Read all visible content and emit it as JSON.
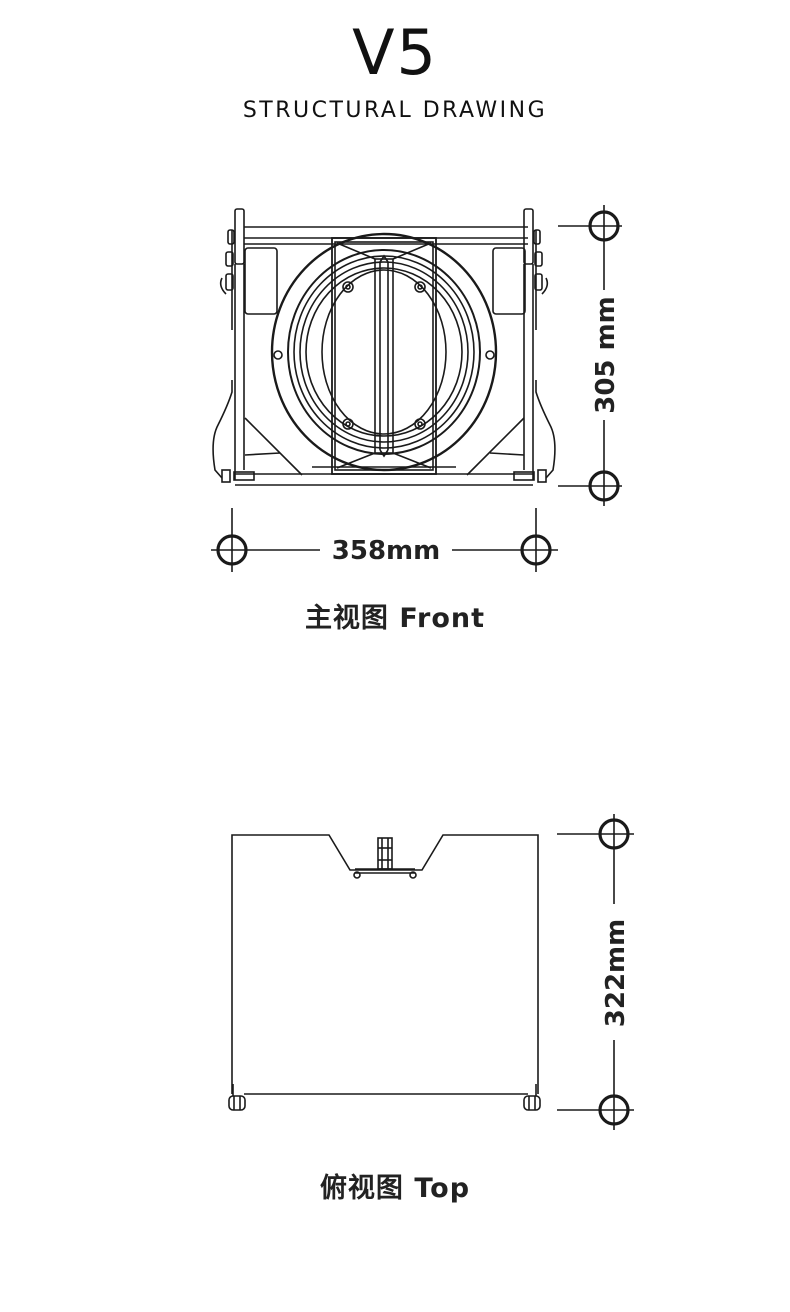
{
  "header": {
    "model": "V5",
    "subtitle": "STRUCTURAL DRAWING"
  },
  "front_view": {
    "caption": "主视图 Front",
    "width_dimension": "358mm",
    "height_dimension": "305 mm"
  },
  "top_view": {
    "caption": "俯视图 Top",
    "depth_dimension": "322mm"
  },
  "colors": {
    "line": "#1a1a1a",
    "background": "#ffffff"
  }
}
